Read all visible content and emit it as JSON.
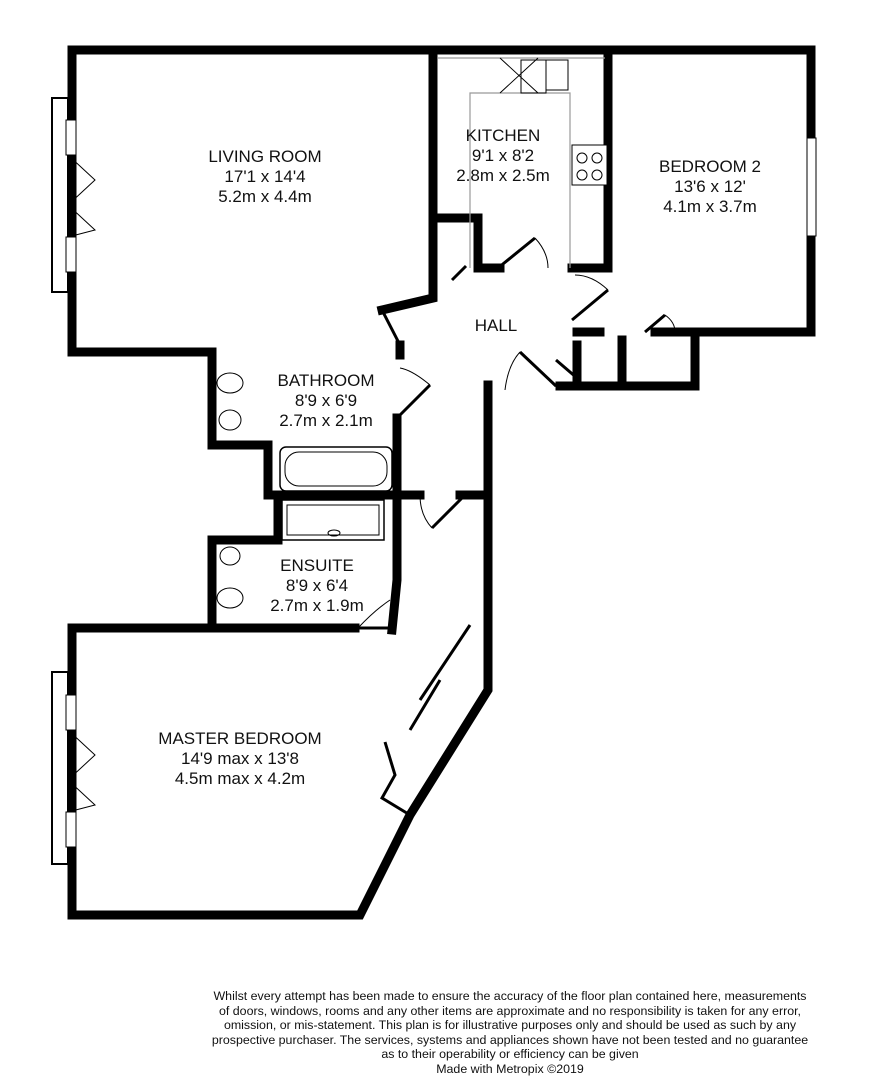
{
  "rooms": {
    "living": {
      "name": "LIVING ROOM",
      "imperial": "17'1 x 14'4",
      "metric": "5.2m x 4.4m"
    },
    "kitchen": {
      "name": "KITCHEN",
      "imperial": "9'1 x 8'2",
      "metric": "2.8m x 2.5m"
    },
    "bedroom2": {
      "name": "BEDROOM 2",
      "imperial": "13'6 x 12'",
      "metric": "4.1m x 3.7m"
    },
    "hall": {
      "name": "HALL"
    },
    "bathroom": {
      "name": "BATHROOM",
      "imperial": "8'9 x 6'9",
      "metric": "2.7m x 2.1m"
    },
    "ensuite": {
      "name": "ENSUITE",
      "imperial": "8'9 x 6'4",
      "metric": "2.7m x 1.9m"
    },
    "master": {
      "name": "MASTER BEDROOM",
      "imperial": "14'9 max x 13'8",
      "metric": "4.5m max x 4.2m"
    }
  },
  "disclaimer": {
    "lines": [
      "Whilst every attempt has been made to ensure the accuracy of the floor plan contained here, measurements",
      "of doors, windows, rooms and any other items are approximate and no responsibility is taken for any error,",
      "omission, or mis-statement. This plan is for illustrative purposes only and should be used as such by any",
      "prospective purchaser. The services, systems and appliances shown have not been tested and no guarantee",
      "as to their operability or efficiency can be given"
    ],
    "credit": "Made with Metropix ©2019"
  }
}
